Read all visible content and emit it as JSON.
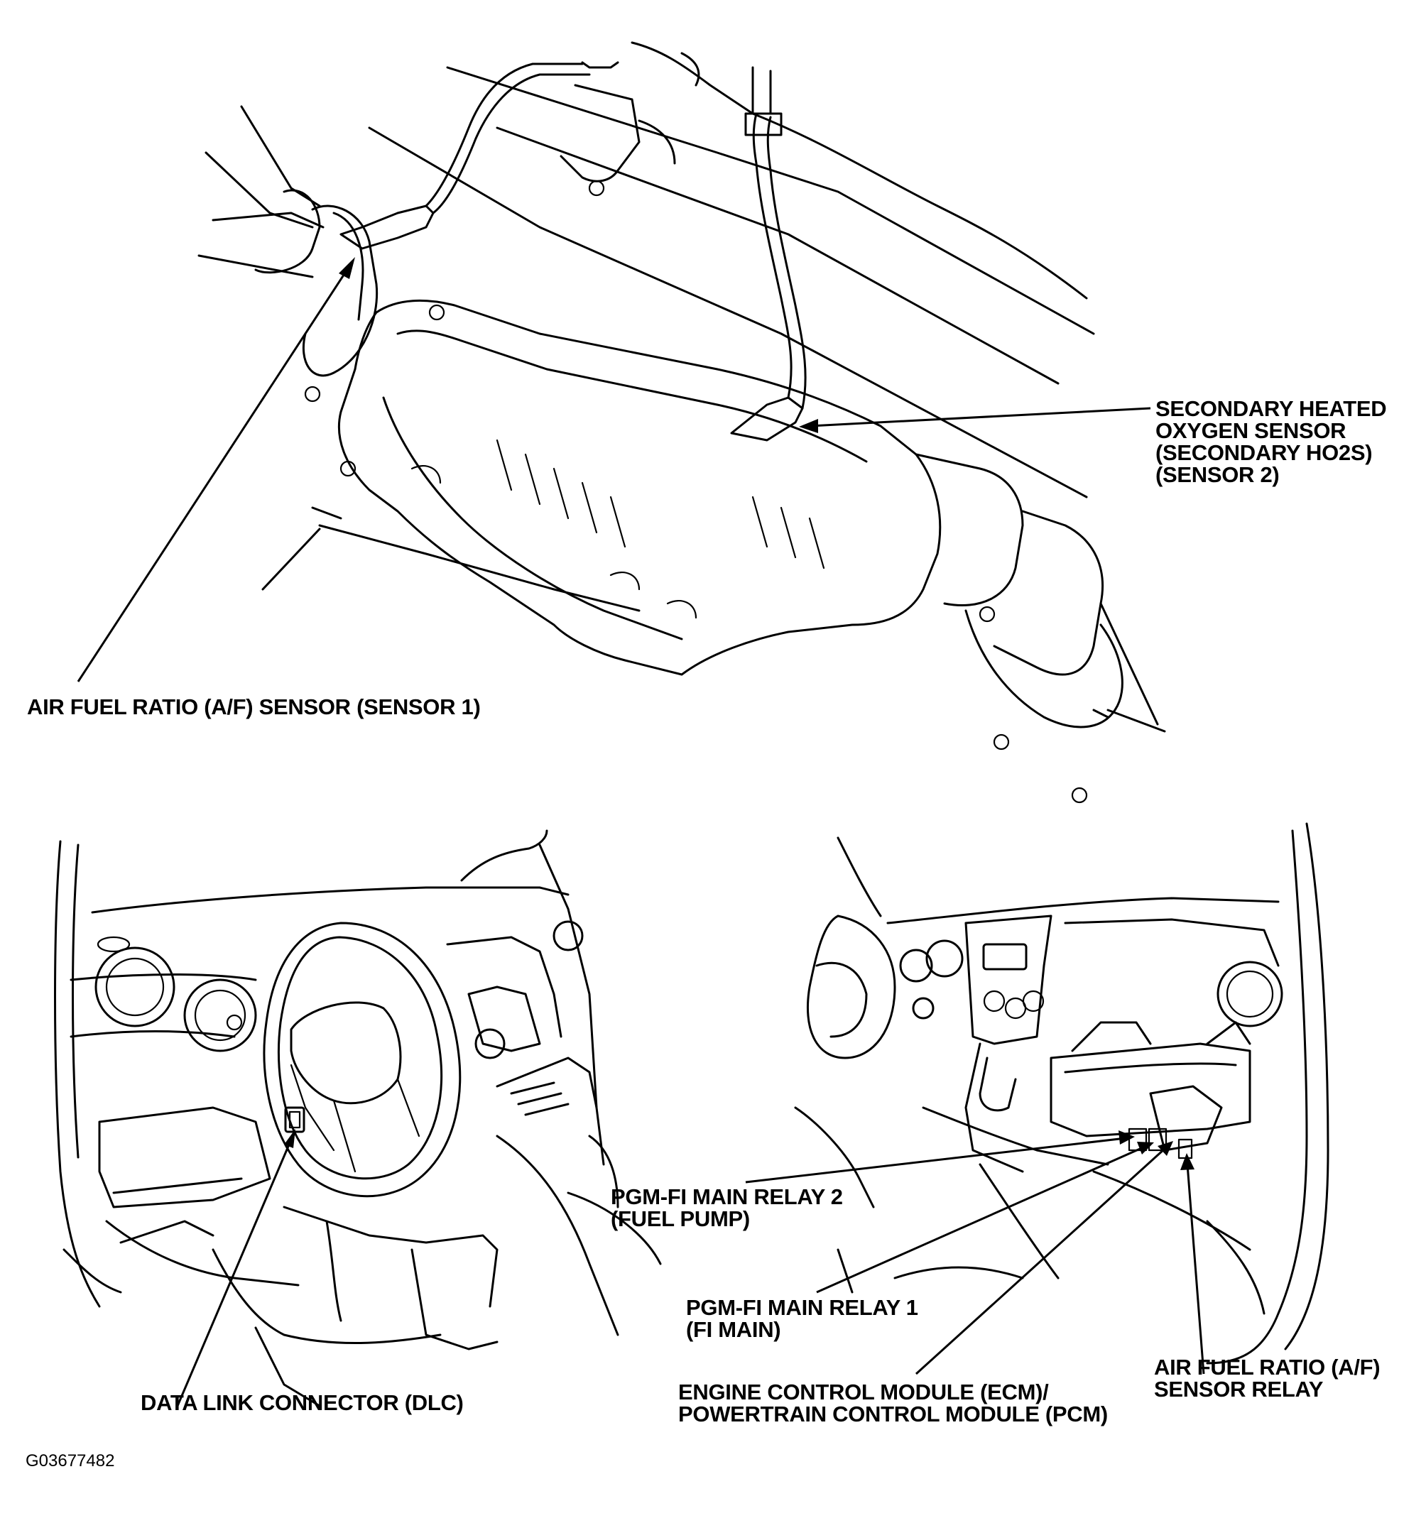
{
  "labels": {
    "secondary_ho2s": [
      "SECONDARY HEATED",
      "OXYGEN SENSOR",
      "(SECONDARY HO2S)",
      "(SENSOR 2)"
    ],
    "af_sensor": "AIR FUEL RATIO (A/F) SENSOR (SENSOR 1)",
    "pgm_fi_relay_2": [
      "PGM-FI MAIN RELAY 2",
      "(FUEL PUMP)"
    ],
    "pgm_fi_relay_1": [
      "PGM-FI MAIN RELAY 1",
      "(FI MAIN)"
    ],
    "ecm_pcm": [
      "ENGINE CONTROL MODULE (ECM)/",
      "POWERTRAIN CONTROL MODULE (PCM)"
    ],
    "af_sensor_relay": [
      "AIR FUEL RATIO (A/F)",
      "SENSOR RELAY"
    ],
    "dlc": "DATA LINK CONNECTOR (DLC)"
  },
  "figure_code": "G03677482"
}
